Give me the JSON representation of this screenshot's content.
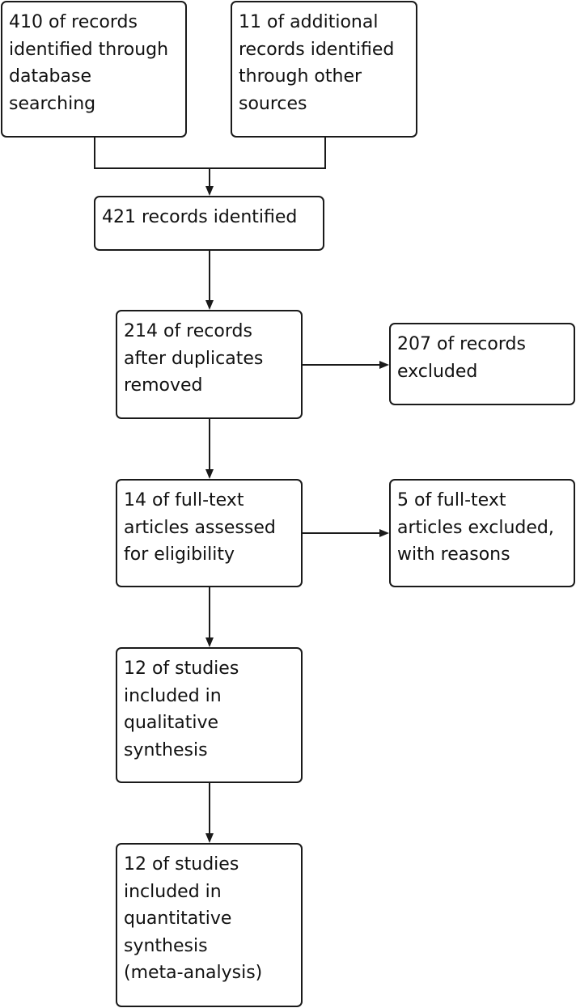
{
  "boxes": {
    "database": [
      "410 of records",
      "identified through",
      "database",
      "searching"
    ],
    "other_sources": [
      "11 of additional",
      "records identified",
      "through other",
      "sources"
    ],
    "identified": [
      "421 records identified"
    ],
    "after_duplicates": [
      "214 of records",
      "after duplicates",
      "removed"
    ],
    "excluded_records": [
      "207 of records",
      "excluded"
    ],
    "full_text": [
      "14 of full-text",
      "articles assessed",
      "for eligibility"
    ],
    "full_text_excluded": [
      "5 of full-text",
      "articles excluded,",
      "with reasons"
    ],
    "qualitative": [
      "12 of studies",
      "included in",
      "qualitative",
      "synthesis"
    ],
    "quantitative": [
      "12 of studies",
      "included in",
      "quantitative",
      "synthesis",
      "(meta-analysis)"
    ]
  }
}
